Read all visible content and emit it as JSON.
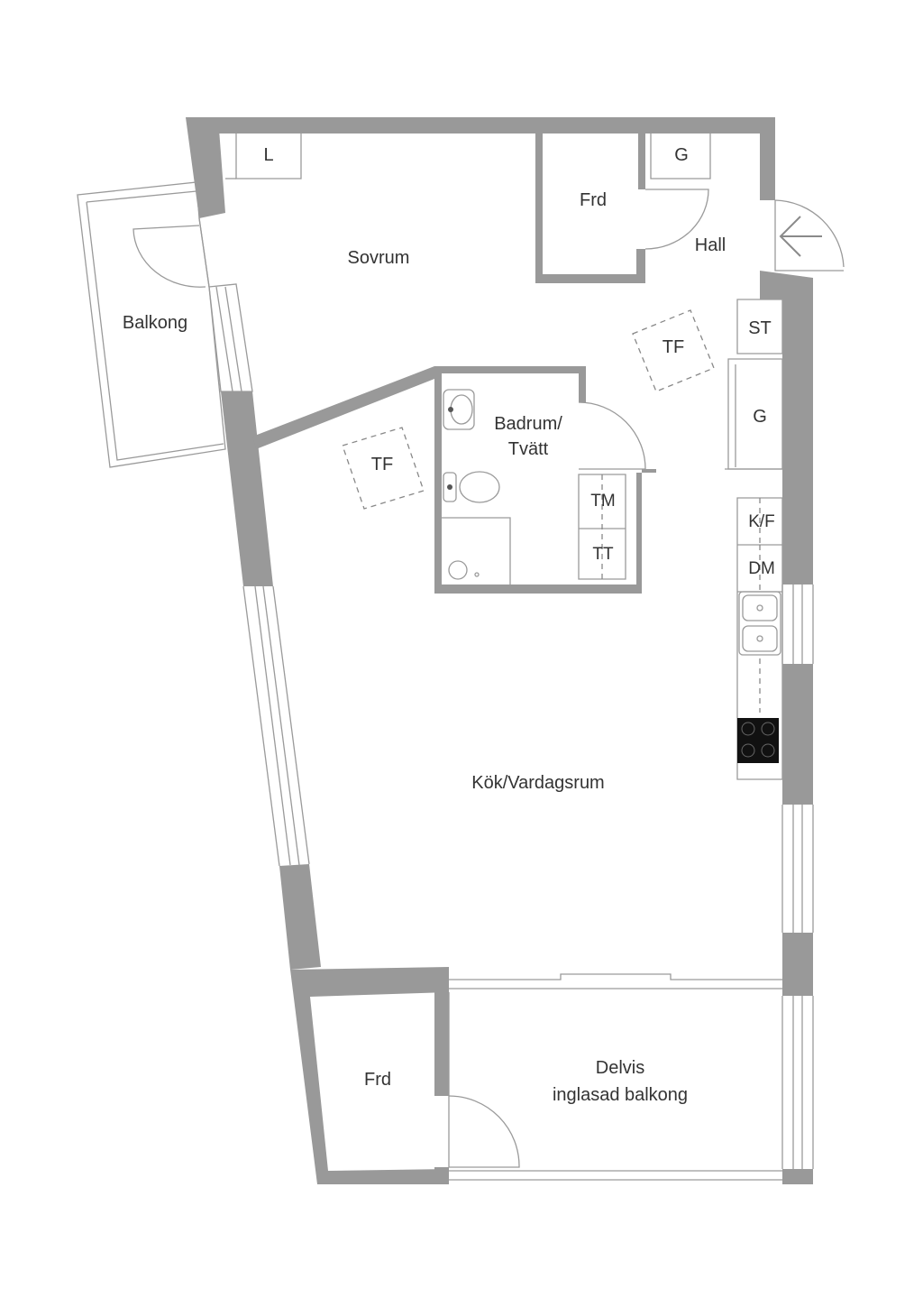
{
  "rooms": {
    "sovrum": "Sovrum",
    "balkong": "Balkong",
    "hall": "Hall",
    "frd_top": "Frd",
    "g_top": "G",
    "l_closet": "L",
    "st": "ST",
    "g_right": "G",
    "tf_top": "TF",
    "tf_left": "TF",
    "badrum_line1": "Badrum/",
    "badrum_line2": "Tvätt",
    "tm": "TM",
    "tt": "TT",
    "kf": "K/F",
    "dm": "DM",
    "kok": "Kök/Vardagsrum",
    "frd_bottom": "Frd",
    "delvis_line1": "Delvis",
    "delvis_line2": "inglasad balkong"
  },
  "icons": {
    "entrance": "entrance-arrow-icon",
    "sink": "kitchen-sink-icon",
    "stove": "stove-icon",
    "washbasin": "washbasin-icon",
    "toilet": "toilet-icon",
    "shower": "shower-icon"
  },
  "colors": {
    "wall": "#999999",
    "line": "#8a8a8a",
    "text": "#333333",
    "stove": "#111111"
  }
}
